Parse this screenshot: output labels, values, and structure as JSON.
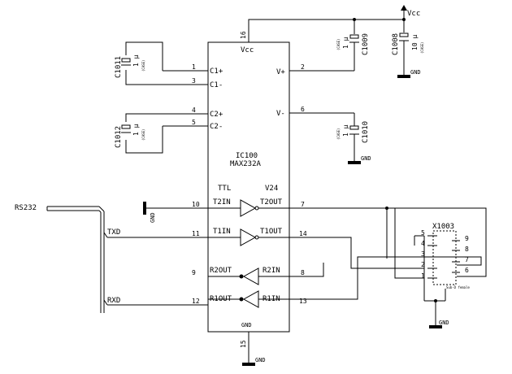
{
  "ic": {
    "ref": "IC100",
    "part": "MAX232A",
    "vcc_label": "Vcc",
    "gnd_label": "GND",
    "pins": {
      "c1p": {
        "num": "1",
        "name": "C1+"
      },
      "c1m": {
        "num": "3",
        "name": "C1-"
      },
      "c2p": {
        "num": "4",
        "name": "C2+"
      },
      "c2m": {
        "num": "5",
        "name": "C2-"
      },
      "vp": {
        "num": "2",
        "name": "V+"
      },
      "vm": {
        "num": "6",
        "name": "V-"
      },
      "vcc": {
        "num": "16"
      },
      "gnd": {
        "num": "15"
      },
      "t2in": {
        "num": "10",
        "name": "T2IN"
      },
      "t1in": {
        "num": "11",
        "name": "T1IN"
      },
      "r2out": {
        "num": "9",
        "name": "R2OUT"
      },
      "r1out": {
        "num": "12",
        "name": "R1OUT"
      },
      "t2out": {
        "num": "7",
        "name": "T2OUT"
      },
      "t1out": {
        "num": "14",
        "name": "T1OUT"
      },
      "r2in": {
        "num": "8",
        "name": "R2IN"
      },
      "r1in": {
        "num": "13",
        "name": "R1IN"
      }
    },
    "ttl_label": "TTL",
    "v24_label": "V24"
  },
  "capacitors": {
    "c1011": {
      "ref": "C1011",
      "value": "1 µ",
      "note": "(CASE)"
    },
    "c1012": {
      "ref": "C1012",
      "value": "1 µ",
      "note": "(CASE)"
    },
    "c1009": {
      "ref": "C1009",
      "value": "1 µ",
      "note": "(CASE)"
    },
    "c1010": {
      "ref": "C1010",
      "value": "1 µ",
      "note": "(CASE)"
    },
    "c1008": {
      "ref": "C1008",
      "value": "10 µ",
      "note": "(CASE)"
    }
  },
  "power": {
    "vcc": "Vcc",
    "gnd": "GND"
  },
  "bus": {
    "name": "RS232",
    "txd": "TXD",
    "rxd": "RXD"
  },
  "connector": {
    "ref": "X1003",
    "pins_left": [
      "5",
      "4",
      "3",
      "2",
      "1"
    ],
    "pins_right": [
      "9",
      "8",
      "7",
      "6"
    ],
    "note": "Sub-D female"
  }
}
